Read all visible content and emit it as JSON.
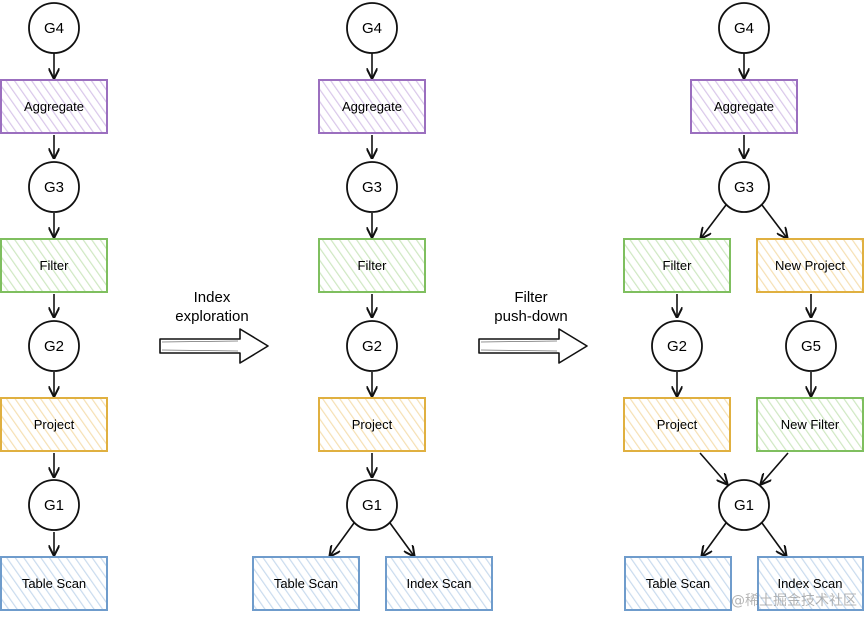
{
  "colors": {
    "aggregate_stroke": "#9b6fbf",
    "aggregate_hatch": "#d9c7ea",
    "filter_stroke": "#7fbf5f",
    "filter_hatch": "#cfe8c2",
    "project_stroke": "#e0b040",
    "project_hatch": "#f6e0b3",
    "scan_stroke": "#6f9ccc",
    "scan_hatch": "#c9dbee",
    "ink": "#111111"
  },
  "diagrams": [
    {
      "groups": {
        "g4": "G4",
        "g3": "G3",
        "g2": "G2",
        "g1": "G1"
      },
      "operators": {
        "aggregate": "Aggregate",
        "filter": "Filter",
        "project": "Project",
        "table_scan": "Table Scan"
      }
    },
    {
      "groups": {
        "g4": "G4",
        "g3": "G3",
        "g2": "G2",
        "g1": "G1"
      },
      "operators": {
        "aggregate": "Aggregate",
        "filter": "Filter",
        "project": "Project",
        "table_scan": "Table Scan",
        "index_scan": "Index Scan"
      }
    },
    {
      "groups": {
        "g4": "G4",
        "g3": "G3",
        "g2": "G2",
        "g5": "G5",
        "g1": "G1"
      },
      "operators": {
        "aggregate": "Aggregate",
        "filter": "Filter",
        "new_project": "New Project",
        "project": "Project",
        "new_filter": "New Filter",
        "table_scan": "Table Scan",
        "index_scan": "Index Scan"
      }
    }
  ],
  "transitions": [
    {
      "line1": "Index",
      "line2": "exploration"
    },
    {
      "line1": "Filter",
      "line2": "push-down"
    }
  ],
  "watermark": "@稀土掘金技术社区"
}
